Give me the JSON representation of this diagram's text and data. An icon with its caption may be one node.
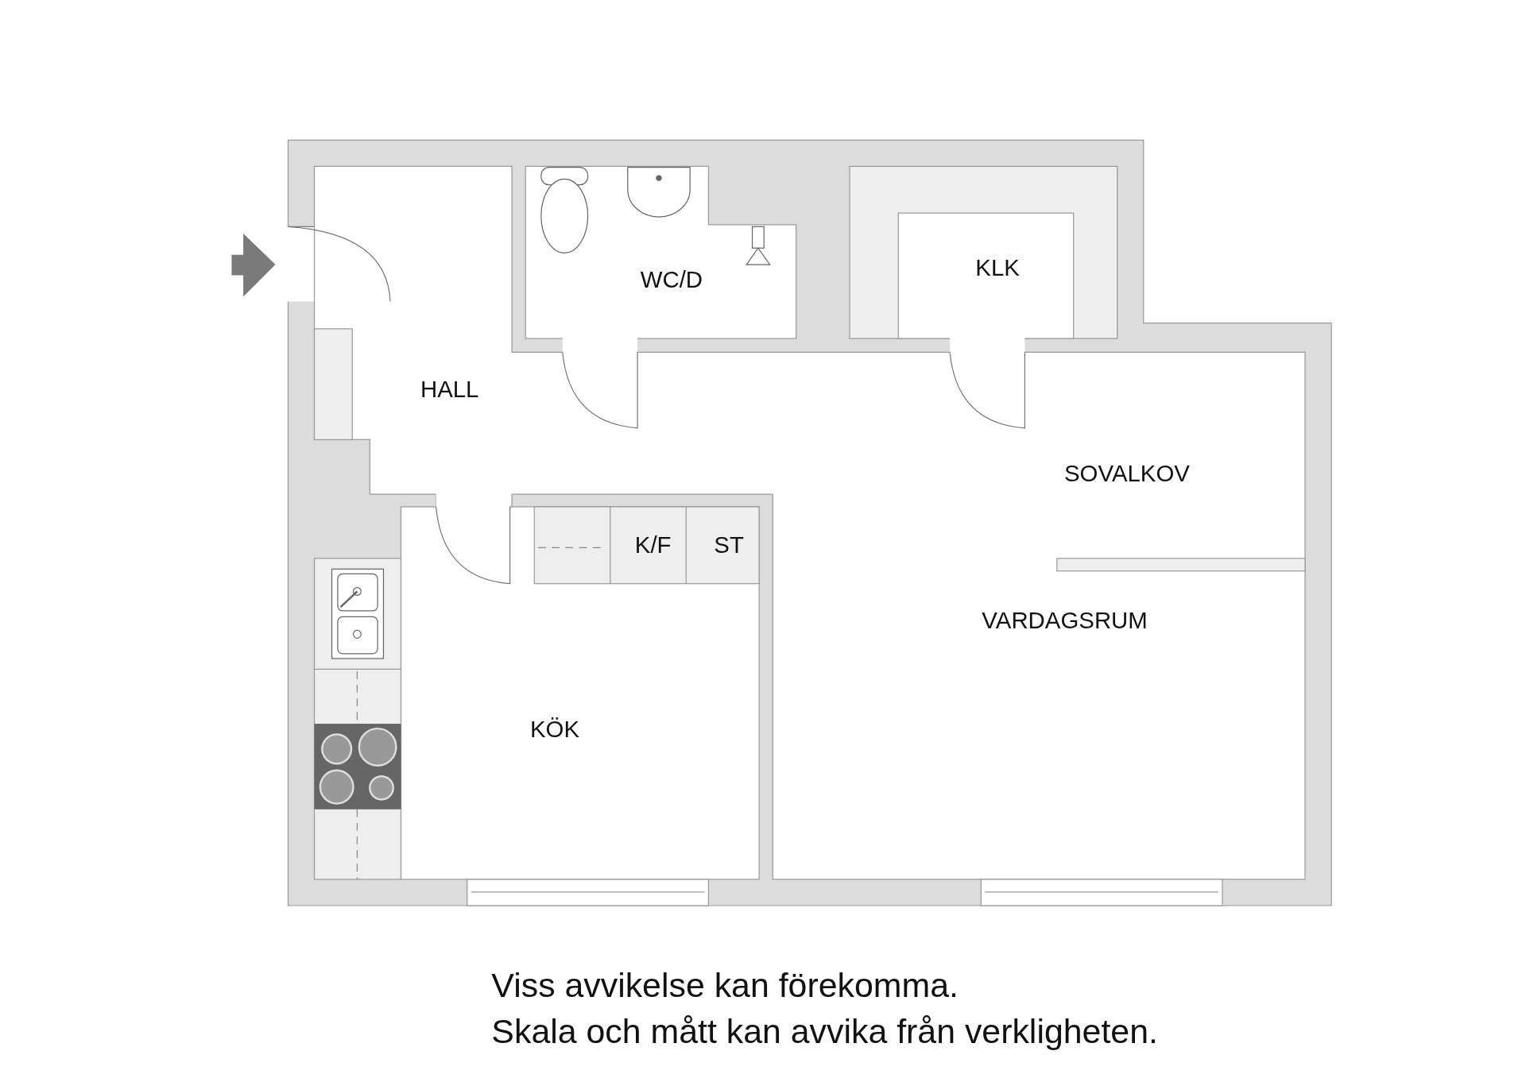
{
  "diagram": {
    "nodes": [
      {
        "text": [
          "WC/D"
        ]
      },
      {
        "text": [
          "KLK"
        ]
      },
      {
        "text": [
          "HALL"
        ]
      },
      {
        "text": [
          "SOVALKOV"
        ]
      },
      {
        "text": [
          "K/F"
        ]
      },
      {
        "text": [
          "ST"
        ]
      },
      {
        "text": [
          "VARDAGSRUM"
        ]
      },
      {
        "text": [
          "KÖK"
        ]
      }
    ],
    "labels": [
      "Viss avvikelse kan förekomma.",
      "Skala och mått kan avvika från verkligheten."
    ]
  }
}
